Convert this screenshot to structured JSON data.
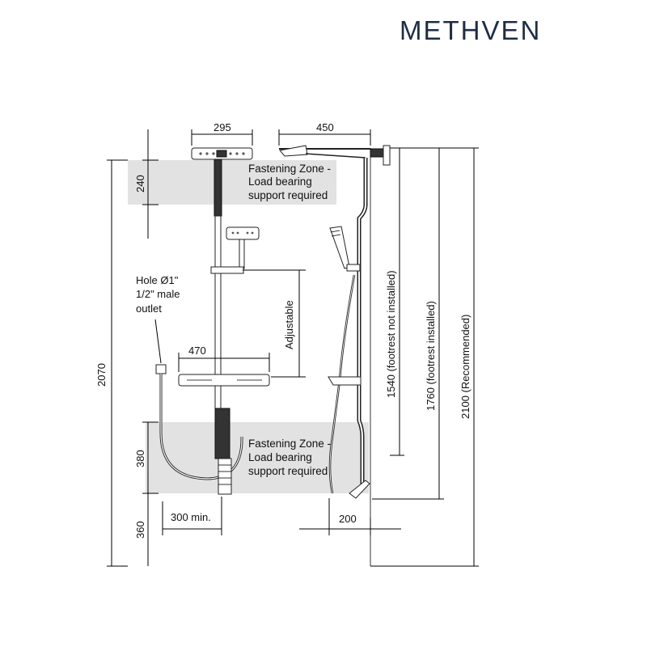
{
  "brand": {
    "name": "METHVEN"
  },
  "dimensions": {
    "head_width": "295",
    "side_projection": "450",
    "zone_top_height": "240",
    "overall_height": "2070",
    "shelf_width": "470",
    "adjustable": "Adjustable",
    "zone_bottom_height": "380",
    "base_height": "360",
    "hose_clearance": "300 min.",
    "wall_offset": "200",
    "height_no_footrest": "1540 (footrest not installed)",
    "height_footrest": "1760 (footrest installed)",
    "height_recommended": "2100 (Recommended)"
  },
  "outlet_note": {
    "line1": "Hole Ø1\"",
    "line2": "1/2\" male",
    "line3": "outlet"
  },
  "fastening_zone_top": {
    "line1": "Fastening Zone -",
    "line2": "Load bearing",
    "line3": "support required"
  },
  "fastening_zone_bottom": {
    "line1": "Fastening Zone -",
    "line2": "Load bearing",
    "line3": "support required"
  },
  "colors": {
    "zone_fill": "#e2e2e2",
    "brand": "#1f2d46",
    "line": "#000000"
  }
}
